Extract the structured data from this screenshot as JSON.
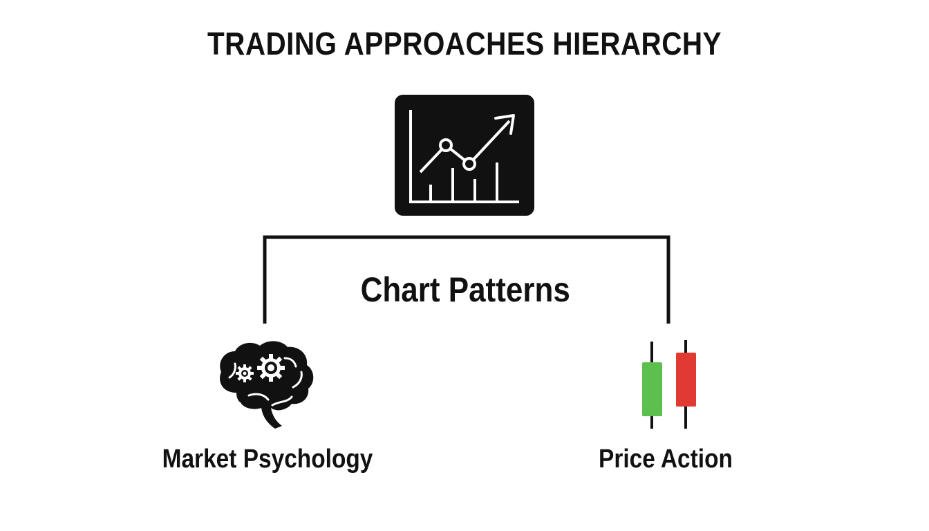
{
  "title": "TRADING APPROACHES HIERARCHY",
  "root": {
    "label": "Chart Patterns",
    "icon": "chart-growth-icon"
  },
  "children": [
    {
      "label": "Market Psychology",
      "icon": "brain-gears-icon"
    },
    {
      "label": "Price Action",
      "icon": "candlestick-icon"
    }
  ],
  "colors": {
    "text": "#111111",
    "icon_bg": "#111111",
    "bullish_candle": "#5cc04e",
    "bearish_candle": "#e03a33"
  }
}
